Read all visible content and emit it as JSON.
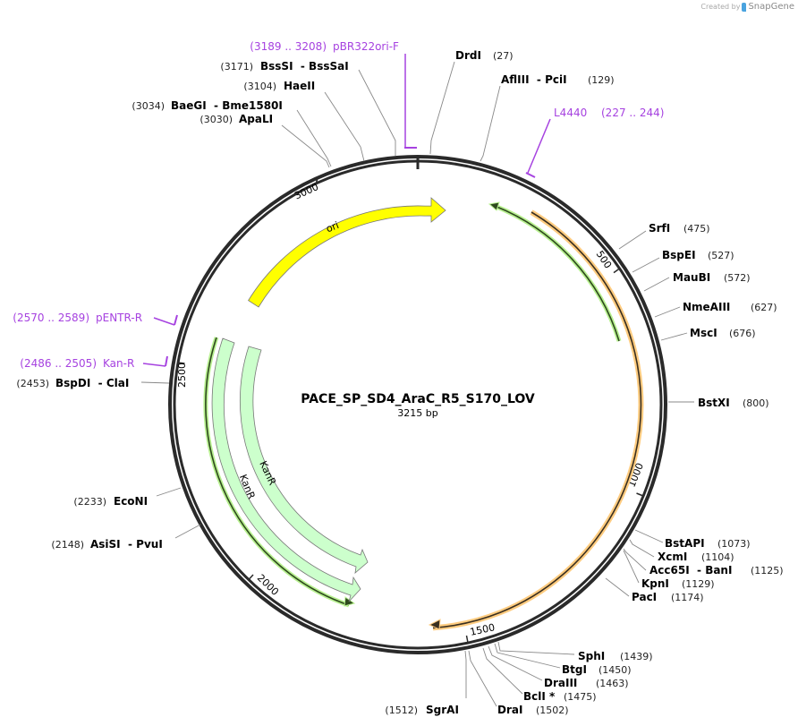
{
  "credit": {
    "prefix": "Created by",
    "brand": "SnapGene"
  },
  "plasmid": {
    "name": "PACE_SP_SD4_AraC_R5_S170_LOV",
    "length_label": "3215 bp",
    "length": 3215
  },
  "ticks": [
    {
      "label": "500"
    },
    {
      "label": "1000"
    },
    {
      "label": "1500"
    },
    {
      "label": "2000"
    },
    {
      "label": "2500"
    },
    {
      "label": "3000"
    }
  ],
  "features": [
    {
      "name": "ori",
      "color": "#ffff00"
    },
    {
      "name": "KanR",
      "color": "#ccffcc"
    },
    {
      "name": "KanR",
      "color": "#ccffcc"
    }
  ],
  "primers": [
    {
      "name": "pBR322ori-F",
      "range": "(3189 .. 3208)"
    },
    {
      "name": "L4440",
      "range": "(227 .. 244)"
    },
    {
      "name": "pENTR-R",
      "range": "(2570 .. 2589)"
    },
    {
      "name": "Kan-R",
      "range": "(2486 .. 2505)"
    }
  ],
  "enzymes": [
    {
      "name": "DrdI",
      "pos": "(27)"
    },
    {
      "name": "AflIII  - PciI",
      "pos": "(129)"
    },
    {
      "name": "SrfI",
      "pos": "(475)"
    },
    {
      "name": "BspEI",
      "pos": "(527)"
    },
    {
      "name": "MauBI",
      "pos": "(572)"
    },
    {
      "name": "NmeAIII",
      "pos": "(627)"
    },
    {
      "name": "MscI",
      "pos": "(676)"
    },
    {
      "name": "BstXI",
      "pos": "(800)"
    },
    {
      "name": "BstAPI",
      "pos": "(1073)"
    },
    {
      "name": "XcmI",
      "pos": "(1104)"
    },
    {
      "name": "Acc65I  - BanI",
      "pos": "(1125)"
    },
    {
      "name": "KpnI",
      "pos": "(1129)"
    },
    {
      "name": "PacI",
      "pos": "(1174)"
    },
    {
      "name": "SphI",
      "pos": "(1439)"
    },
    {
      "name": "BtgI",
      "pos": "(1450)"
    },
    {
      "name": "DraIII",
      "pos": "(1463)"
    },
    {
      "name": "BclI *",
      "pos": "(1475)"
    },
    {
      "name": "DraI",
      "pos": "(1502)"
    },
    {
      "name": "SgrAI",
      "pos": "(1512)"
    },
    {
      "name": "AsiSI  - PvuI",
      "pos": "(2148)"
    },
    {
      "name": "EcoNI",
      "pos": "(2233)"
    },
    {
      "name": "BspDI  - ClaI",
      "pos": "(2453)"
    },
    {
      "name": "ApaLI",
      "pos": "(3030)"
    },
    {
      "name": "BaeGI  - Bme1580I",
      "pos": "(3034)"
    },
    {
      "name": "HaeII",
      "pos": "(3104)"
    },
    {
      "name": "BssSI  - BssSaI",
      "pos": "(3171)"
    }
  ],
  "colors": {
    "backbone": "#2a2a2a",
    "primer": "#a642e0",
    "orange_halo": "#ffcc80",
    "green_halo": "#b8f090",
    "leader": "#888888"
  }
}
